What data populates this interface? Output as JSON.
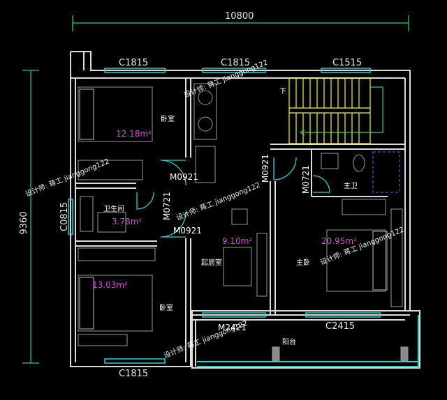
{
  "colors": {
    "wall": "#dcdcdc",
    "window": "#24d2d2",
    "stair": "#f2f23a",
    "dimension": "#2bd46a",
    "area": "#d64bd6",
    "door_arc": "#24d2d2"
  },
  "dimensions": {
    "width": "10800",
    "height": "9360"
  },
  "windows": {
    "top_left": "C1815",
    "top_mid": "C1815",
    "top_right": "C1515",
    "left_bath": "C0815",
    "bottom_left": "C1815",
    "balcony": "C2415"
  },
  "doors": {
    "m0921_top": "M0921",
    "m0921_low": "M0921",
    "m0721_left": "M0721",
    "m0921_right": "M0921",
    "m0721_right": "M0721",
    "m2421": "M2421"
  },
  "rooms": {
    "bedroom_tl": {
      "label": "卧室",
      "area": "12.18m²"
    },
    "bathroom": {
      "label": "卫生间",
      "area": "3.78m²"
    },
    "bedroom_bl": {
      "label": "卧室",
      "area": "13.03m²"
    },
    "living": {
      "label": "起居室",
      "area": "9.10m²"
    },
    "master": {
      "label": "主卧",
      "area": "20.95m²"
    },
    "master_bath": {
      "label": "主卫"
    },
    "balcony": {
      "label": "阳台"
    }
  },
  "stair_label": "下",
  "watermark": "设计师: 蒋工 jianggong122"
}
